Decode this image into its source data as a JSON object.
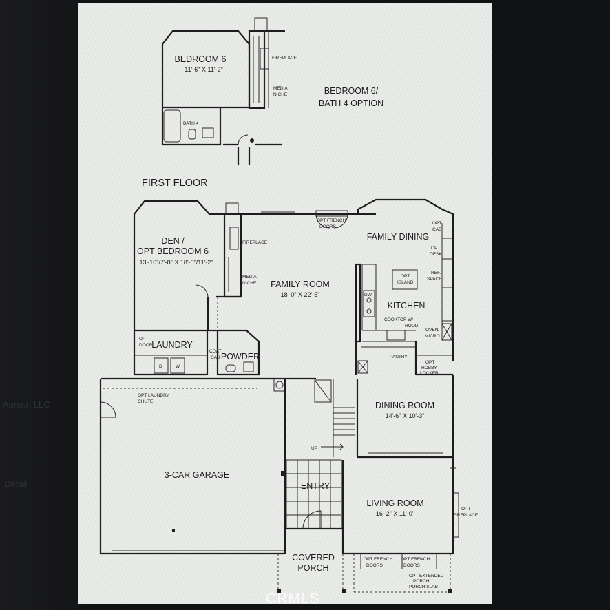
{
  "floorplan": {
    "option_block": {
      "title_line1": "BEDROOM 6/",
      "title_line2": "BATH 4 OPTION",
      "bedroom_name": "BEDROOM 6",
      "bedroom_dims": "11'-6\" X 11'-2\"",
      "fireplace": "FIREPLACE",
      "media_line1": "MEDIA",
      "media_line2": "NICHE",
      "bath": "BATH 4"
    },
    "first_floor_title": "FIRST FLOOR",
    "rooms": {
      "den_line1": "DEN /",
      "den_line2": "OPT BEDROOM 6",
      "den_dims": "13'-10\"/7'-8\" X 18'-6\"/11'-2\"",
      "fireplace": "FIREPLACE",
      "media_line1": "MEDIA",
      "media_line2": "NICHE",
      "opt_french_line1": "OPT FRENCH",
      "opt_french_line2": "DOORS",
      "family_room": "FAMILY ROOM",
      "family_room_dims": "18'-0\" X 22'-5\"",
      "family_dining": "FAMILY DINING",
      "opt_cab_line1": "OPT",
      "opt_cab_line2": "CAB",
      "opt_desk_line1": "OPT",
      "opt_desk_line2": "DESK",
      "ref_line1": "REF.",
      "ref_line2": "SPACE",
      "opt_island_line1": "OPT",
      "opt_island_line2": "ISLAND",
      "dw": "DW",
      "kitchen": "KITCHEN",
      "cooktop_line1": "COOKTOP W/",
      "cooktop_line2": "HOOD",
      "oven_line1": "OVEN/",
      "oven_line2": "MICRO",
      "pantry": "PANTRY",
      "opt_hobby_line1": "OPT",
      "opt_hobby_line2": "HOBBY",
      "opt_hobby_line3": "LOCKER",
      "opt_door_line1": "OPT",
      "opt_door_line2": "DOOR",
      "laundry": "LAUNDRY",
      "dryer": "D",
      "washer": "W",
      "coat_line1": "COAT",
      "coat_line2": "CAB",
      "powder": "POWDER",
      "opt_chute_line1": "OPT LAUNDRY",
      "opt_chute_line2": "CHUTE",
      "garage": "3-CAR GARAGE",
      "up": "UP",
      "dining_room": "DINING ROOM",
      "dining_dims": "14'-6\" X 10'-3\"",
      "entry": "ENTRY",
      "living_room": "LIVING ROOM",
      "living_dims": "16'-2\" X 11'-0\"",
      "opt_fireplace_line1": "OPT",
      "opt_fireplace_line2": "FIREPLACE",
      "covered_porch_line1": "COVERED",
      "covered_porch_line2": "PORCH",
      "french_a_line1": "OPT FRENCH",
      "french_a_line2": "DOORS",
      "french_b_line1": "OPT FRENCH",
      "french_b_line2": "DOORS",
      "ext_porch_line1": "OPT EXTENDED",
      "ext_porch_line2": "PORCH/",
      "ext_porch_line3": "PORCH SLAB"
    }
  },
  "background_text": {
    "left_1": "Aerson LLC",
    "left_2": "Detail"
  },
  "watermark": "CRMLS"
}
